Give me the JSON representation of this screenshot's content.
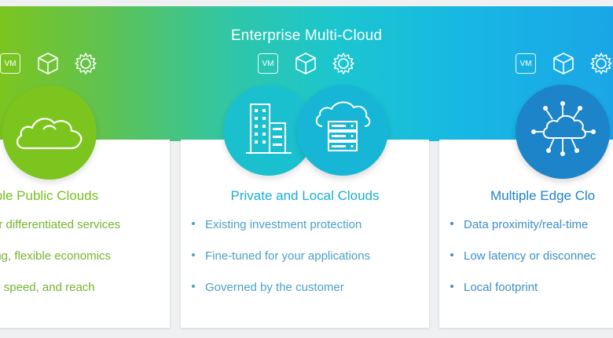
{
  "banner": {
    "title": "Enterprise Multi-Cloud"
  },
  "icon_row": {
    "vm_label": "VM",
    "icons": [
      "vm-icon",
      "cube-icon",
      "gear-icon"
    ]
  },
  "columns": [
    {
      "title": "iple Public Clouds",
      "circle_icon": "cloud-icon",
      "bullets": [
        "or differentiated services",
        "ing, flexible economics",
        "y, speed, and reach"
      ]
    },
    {
      "title": "Private and Local Clouds",
      "circle_icons": [
        "building-icon",
        "cloud-server-icon"
      ],
      "bullets": [
        "Existing investment protection",
        "Fine-tuned for your applications",
        "Governed by the customer"
      ]
    },
    {
      "title": "Multiple Edge Clo",
      "circle_icon": "cloud-network-icon",
      "bullets": [
        "Data proximity/real-time",
        "Low latency or disconnec",
        "Local footprint"
      ]
    }
  ],
  "colors": {
    "green": "#7cc51f",
    "teal": "#1bc6cf",
    "blue": "#1aa6e6",
    "edge_blue": "#1d84c9"
  }
}
